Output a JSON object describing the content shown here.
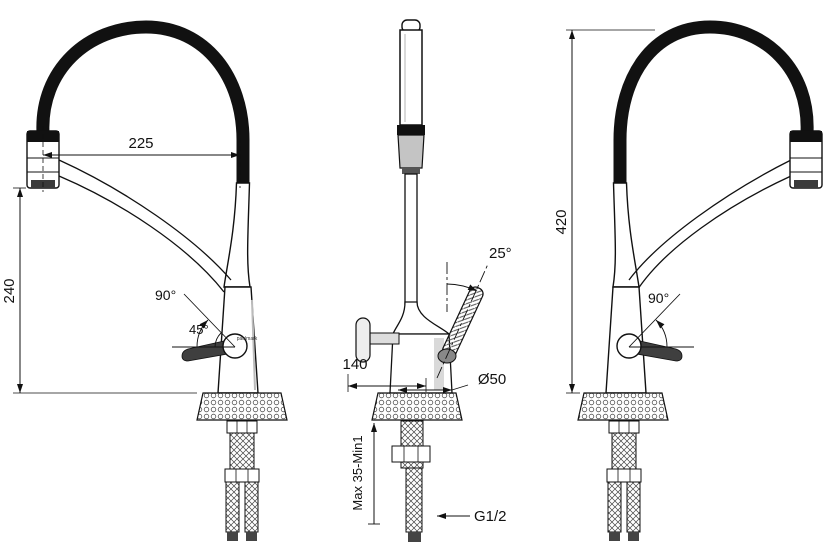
{
  "drawing": {
    "brand_label": "paulmark",
    "left_view": {
      "spout_reach": "225",
      "spout_height": "240",
      "swivel_angle": "90°",
      "handle_tilt": "45°"
    },
    "front_view": {
      "handle_angle": "25°",
      "depth": "140",
      "base_diameter": "Ø50",
      "mount_thickness": "Max 35-Min1",
      "thread": "G1/2"
    },
    "right_view": {
      "total_height": "420",
      "swivel_angle": "90°"
    }
  }
}
